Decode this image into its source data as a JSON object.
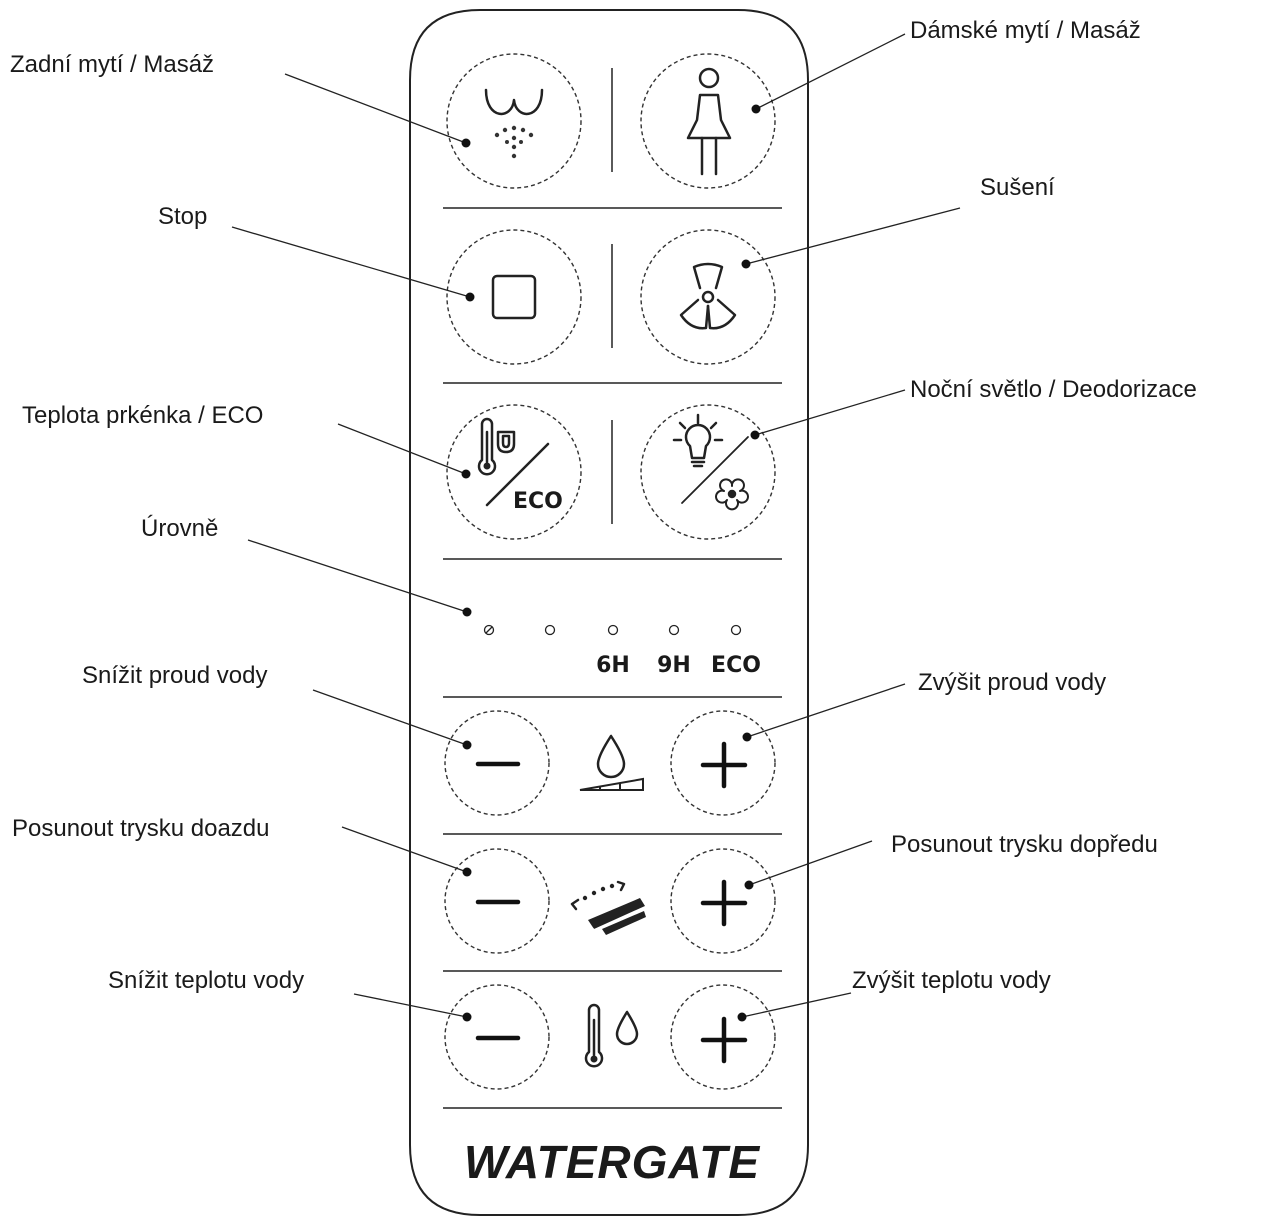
{
  "labels": {
    "rear_wash": "Zadní mytí / Masáž",
    "lady_wash": "Dámské mytí / Masáž",
    "stop": "Stop",
    "drying": "Sušení",
    "seat_temp": "Teplota prkénka / ECO",
    "night_light": "Noční světlo / Deodorizace",
    "levels": "Úrovně",
    "decrease_flow": "Snížit proud vody",
    "increase_flow": "Zvýšit proud vody",
    "move_back": "Posunout trysku doazdu",
    "move_forward": "Posunout trysku dopředu",
    "decrease_temp": "Snížit teplotu vody",
    "increase_temp": "Zvýšit teplotu vody"
  },
  "indicators": [
    "6H",
    "9H",
    "ECO"
  ],
  "eco_badge": "ECO",
  "brand": "WATERGATE",
  "icons": {
    "rear_wash": "rear-wash-icon",
    "lady_wash": "lady-icon",
    "stop": "stop-square-icon",
    "drying": "fan-icon",
    "seat_temp": "seat-thermometer-icon",
    "night_light": "bulb-flower-icon",
    "flow": "water-drop-icon",
    "nozzle": "nozzle-icon",
    "water_temp": "thermometer-drop-icon",
    "minus": "minus-icon",
    "plus": "plus-icon"
  }
}
